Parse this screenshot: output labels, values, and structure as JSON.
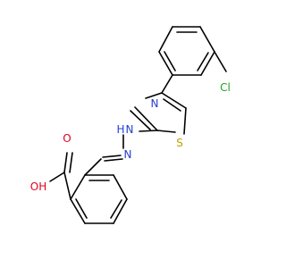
{
  "molecule": {
    "atoms": [
      {
        "label": "Cl",
        "color": "#1fa11f"
      },
      {
        "label": "N",
        "color": "#1f3ed6"
      },
      {
        "label": "S",
        "color": "#b8a000"
      },
      {
        "label": "N",
        "color": "#1f3ed6"
      },
      {
        "label": "H",
        "color": "#1f3ed6"
      },
      {
        "label": "N",
        "color": "#1f3ed6"
      },
      {
        "label": "OH",
        "color": "#e0001e"
      },
      {
        "label": "O",
        "color": "#e0001e"
      }
    ],
    "bond_color": "#000000",
    "background": "#ffffff"
  }
}
